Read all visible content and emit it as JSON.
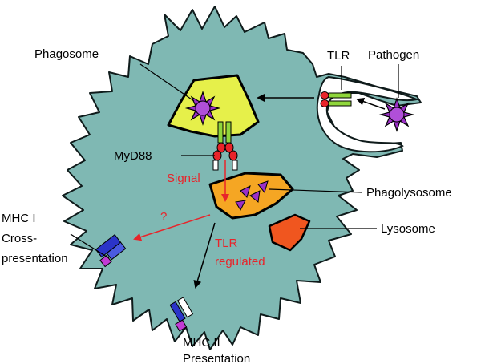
{
  "labels": {
    "phagosome": "Phagosome",
    "tlr": "TLR",
    "pathogen": "Pathogen",
    "myd88": "MyD88",
    "signal": "Signal",
    "phagolysosome": "Phagolysosome",
    "lysosome": "Lysosome",
    "question": "?",
    "mhc1_line1": "MHC I",
    "mhc1_line2": "Cross-",
    "mhc1_line3": "presentation",
    "tlr_regulated_line1": "TLR",
    "tlr_regulated_line2": "regulated",
    "mhc2_line1": "MHC II",
    "mhc2_line2": "Presentation"
  },
  "colors": {
    "cell": "#7fb8b3",
    "phagosome": "#e6f04a",
    "phagolysosome": "#f5a623",
    "lysosome": "#f0561f",
    "pathogen": "#9b2fc7",
    "red_text": "#e8242a",
    "mhc_blue": "#2b34c9",
    "mhc_magenta": "#c23bd4"
  }
}
